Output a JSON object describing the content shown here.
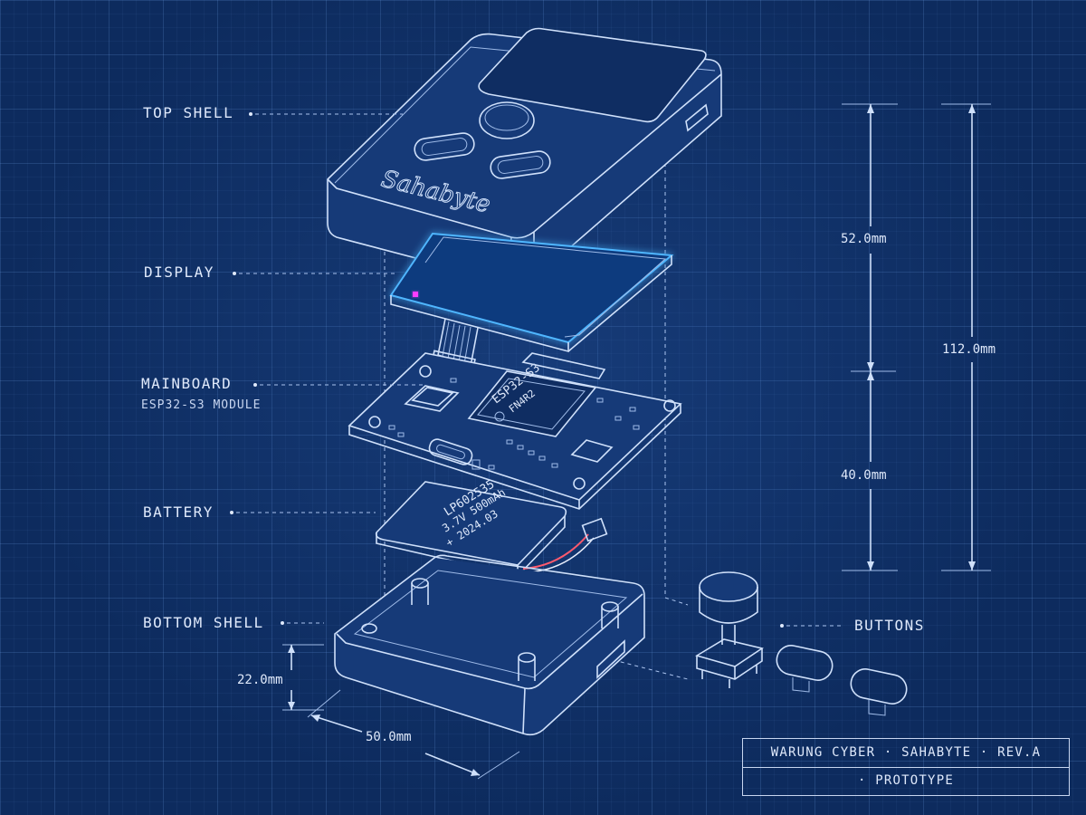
{
  "labels": {
    "top_shell": "TOP SHELL",
    "display": "DISPLAY",
    "mainboard": "MAINBOARD",
    "mainboard_sub": "ESP32-S3 MODULE",
    "battery": "BATTERY",
    "bottom_shell": "BOTTOM SHELL",
    "buttons": "BUTTONS"
  },
  "device": {
    "logo_text": "Sahabyte",
    "chip_line1": "ESP32-S3",
    "chip_line2": "FN4R2",
    "battery_line1": "LP602535",
    "battery_line2": "3.7V 500mAh",
    "battery_line3": "+ 2024.03"
  },
  "dimensions": {
    "upper": "52.0mm",
    "total": "112.0mm",
    "lower": "40.0mm",
    "height": "22.0mm",
    "width": "50.0mm"
  },
  "title_block": {
    "line1": "WARUNG CYBER · SAHABYTE · REV.A",
    "line2": "· PROTOTYPE"
  },
  "colors": {
    "background": "#0d2b5e",
    "line": "#cfe0fa",
    "display_glow": "#3fa8ff",
    "led": "#ff3cff"
  }
}
